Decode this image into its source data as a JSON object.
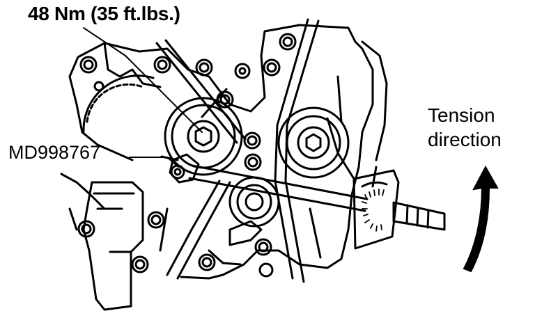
{
  "labels": {
    "torque_spec": "48 Nm (35 ft.lbs.)",
    "tool_number": "MD998767",
    "tension_line1": "Tension",
    "tension_line2": "direction"
  },
  "colors": {
    "ink": "#000000",
    "paper": "#ffffff"
  },
  "icons": {
    "arrow": "curved-arrow-up"
  }
}
